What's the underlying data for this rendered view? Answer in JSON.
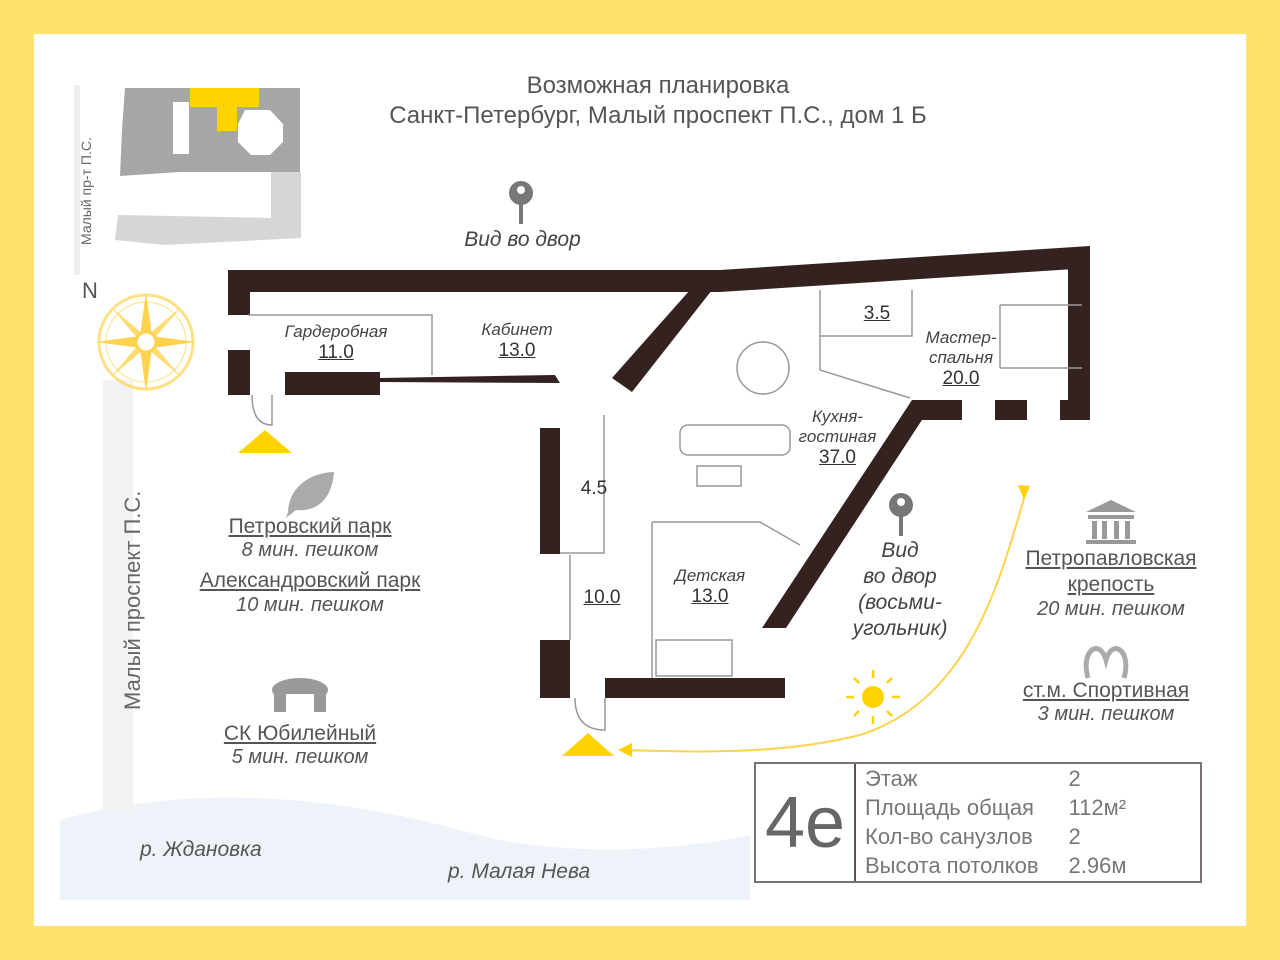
{
  "title": {
    "line1": "Возможная планировка",
    "line2": "Санкт-Петербург, Малый проспект П.С., дом 1 Б"
  },
  "streets": {
    "small": "Малый пр-т П.С.",
    "big": "Малый проспект П.С."
  },
  "compass": {
    "north": "N"
  },
  "views": {
    "top": "Вид во двор",
    "right": [
      "Вид",
      "во двор",
      "(восьми-",
      "угольник)"
    ]
  },
  "rooms": [
    {
      "name": "Гардеробная",
      "area": "11.0"
    },
    {
      "name": "Кабинет",
      "area": "13.0"
    },
    {
      "name": "",
      "area": "3.5"
    },
    {
      "name": "Мастер-\nспальня",
      "area": "20.0"
    },
    {
      "name": "Кухня-\nгостиная",
      "area": "37.0"
    },
    {
      "name": "",
      "area": "4.5"
    },
    {
      "name": "",
      "area": "10.0"
    },
    {
      "name": "Детская",
      "area": "13.0"
    }
  ],
  "poi": [
    {
      "name": "Петровский парк",
      "time": "8 мин. пешком",
      "icon": "leaf-icon"
    },
    {
      "name": "Александровский парк",
      "time": "10 мин. пешком",
      "icon": "leaf-icon"
    },
    {
      "name": "СК Юбилейный",
      "time": "5 мин. пешком",
      "icon": "stadium-icon"
    },
    {
      "name": "Петропавловская крепость",
      "time": "20 мин. пешком",
      "icon": "museum-icon"
    },
    {
      "name": "ст.м. Спортивная",
      "time": "3 мин. пешком",
      "icon": "metro-icon"
    }
  ],
  "rivers": [
    "р.  Ждановка",
    "р.  Малая Нева"
  ],
  "info": {
    "type": "4е",
    "rows": [
      {
        "label": "Этаж",
        "value": "2"
      },
      {
        "label": "Площадь общая",
        "value": "112м²"
      },
      {
        "label": "Кол-во санузлов",
        "value": "2"
      },
      {
        "label": "Высота потолков",
        "value": "2.96м"
      }
    ]
  },
  "colors": {
    "accent": "#ffd200",
    "wall": "#33221f",
    "frame": "#ffe26a"
  }
}
